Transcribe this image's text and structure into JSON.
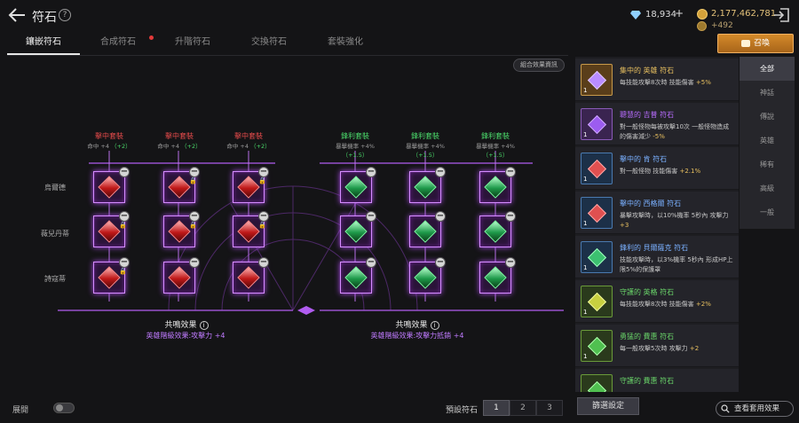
{
  "header": {
    "title": "符石",
    "help": "?",
    "gems": "18,934",
    "gold": "2,177,462,781",
    "gold_bonus": "+492"
  },
  "tabs": [
    {
      "label": "鑲嵌符石",
      "active": true
    },
    {
      "label": "合成符石"
    },
    {
      "label": "升階符石"
    },
    {
      "label": "交換符石"
    },
    {
      "label": "套裝強化"
    }
  ],
  "set_info_label": "組合效果資訊",
  "row_labels": [
    "烏爾德",
    "薇兒丹蒂",
    "詩寇蒂"
  ],
  "sets": [
    {
      "title": "擊中套裝",
      "stat": "命中 +4",
      "bonus": "（+2）",
      "color": "red"
    },
    {
      "title": "擊中套裝",
      "stat": "命中 +4",
      "bonus": "（+2）",
      "color": "red"
    },
    {
      "title": "擊中套裝",
      "stat": "命中 +4",
      "bonus": "（+2）",
      "color": "red"
    },
    {
      "title": "鋒利套裝",
      "stat": "暴擊機率 +4%",
      "bonus": "（+1.5）",
      "color": "green"
    },
    {
      "title": "鋒利套裝",
      "stat": "暴擊機率 +4%",
      "bonus": "（+1.5）",
      "color": "green"
    },
    {
      "title": "鋒利套裝",
      "stat": "暴擊機率 +4%",
      "bonus": "（+1.5）",
      "color": "green"
    }
  ],
  "resonance": [
    {
      "title": "共鳴效果",
      "effect": "英雄階級效果:攻擊力 +4"
    },
    {
      "title": "共鳴效果",
      "effect": "英雄階級效果:攻擊力抵銷 +4"
    }
  ],
  "bottom": {
    "expand_label": "展開",
    "preset_label": "預設符石",
    "presets": [
      "1",
      "2",
      "3"
    ],
    "filter_button": "篩選設定",
    "view_button": "查看套用效果"
  },
  "summon_label": "召喚",
  "filters": [
    "全部",
    "神話",
    "傳說",
    "英雄",
    "稀有",
    "高級",
    "一般"
  ],
  "rune_list": [
    {
      "name": "集中的 英雄 符石",
      "desc": "每技能攻擊8次時 技能傷害 ",
      "hl": "+5%",
      "color": "#e8c060",
      "count": "1",
      "gem": "#b98cff"
    },
    {
      "name": "聰慧的 吉普 符石",
      "desc": "對一般怪物每被攻擊10次 一般怪物造成的傷害減少 ",
      "hl": "-5%",
      "color": "#b86cff",
      "count": "1",
      "gem": "#9c5cf0"
    },
    {
      "name": "擊中的 肯 符石",
      "desc": "對一般怪物 技能傷害 ",
      "hl": "+2.1%",
      "color": "#7ab0ff",
      "count": "1",
      "gem": "#3ca0e0"
    },
    {
      "name": "擊中的 西格爾 符石",
      "desc": "暴擊攻擊時，以10%機率 5秒內 攻擊力 ",
      "hl": "+3",
      "color": "#7ab0ff",
      "count": "1",
      "gem": "#e05050"
    },
    {
      "name": "鋒利的 貝爾薩克 符石",
      "desc": "技能攻擊時，以3%機率 5秒內 形成HP上限5%的保護罩",
      "hl": "",
      "color": "#7ab0ff",
      "count": "1",
      "gem": "#3cc070"
    },
    {
      "name": "守護的 英格 符石",
      "desc": "每技能攻擊8次時 技能傷害 ",
      "hl": "+2%",
      "color": "#6ad66a",
      "count": "1",
      "gem": "#c8d040"
    },
    {
      "name": "勇猛的 費惠 符石",
      "desc": "每一般攻擊5次時 攻擊力 ",
      "hl": "+2",
      "color": "#6ad66a",
      "count": "1",
      "gem": "#50c050"
    },
    {
      "name": "守護的 費惠 符石",
      "desc": "",
      "hl": "",
      "color": "#6ad66a",
      "count": "1",
      "gem": "#50c050"
    }
  ]
}
